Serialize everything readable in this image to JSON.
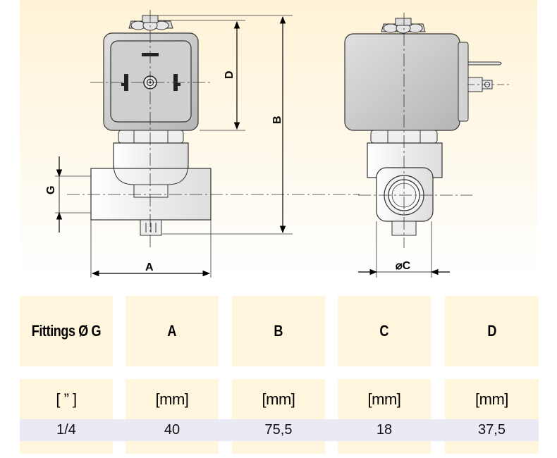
{
  "dimension_labels": {
    "a": "A",
    "b": "B",
    "c": "⌀C",
    "d": "D",
    "g": "G"
  },
  "table": {
    "headers": [
      "Fittings Ø G",
      "A",
      "B",
      "C",
      "D"
    ],
    "units": [
      "[ ” ]",
      "[mm]",
      "[mm]",
      "[mm]",
      "[mm]"
    ],
    "rows": [
      [
        "1/4",
        "40",
        "75,5",
        "18",
        "37,5"
      ]
    ]
  },
  "colors": {
    "panel_top": "#fff3d6",
    "cell_fill": "#fff6dd",
    "value_row_fill": "#e9eaf3",
    "coil_fill": "#c9c9c9",
    "body_fill": "#f2f2f2"
  }
}
